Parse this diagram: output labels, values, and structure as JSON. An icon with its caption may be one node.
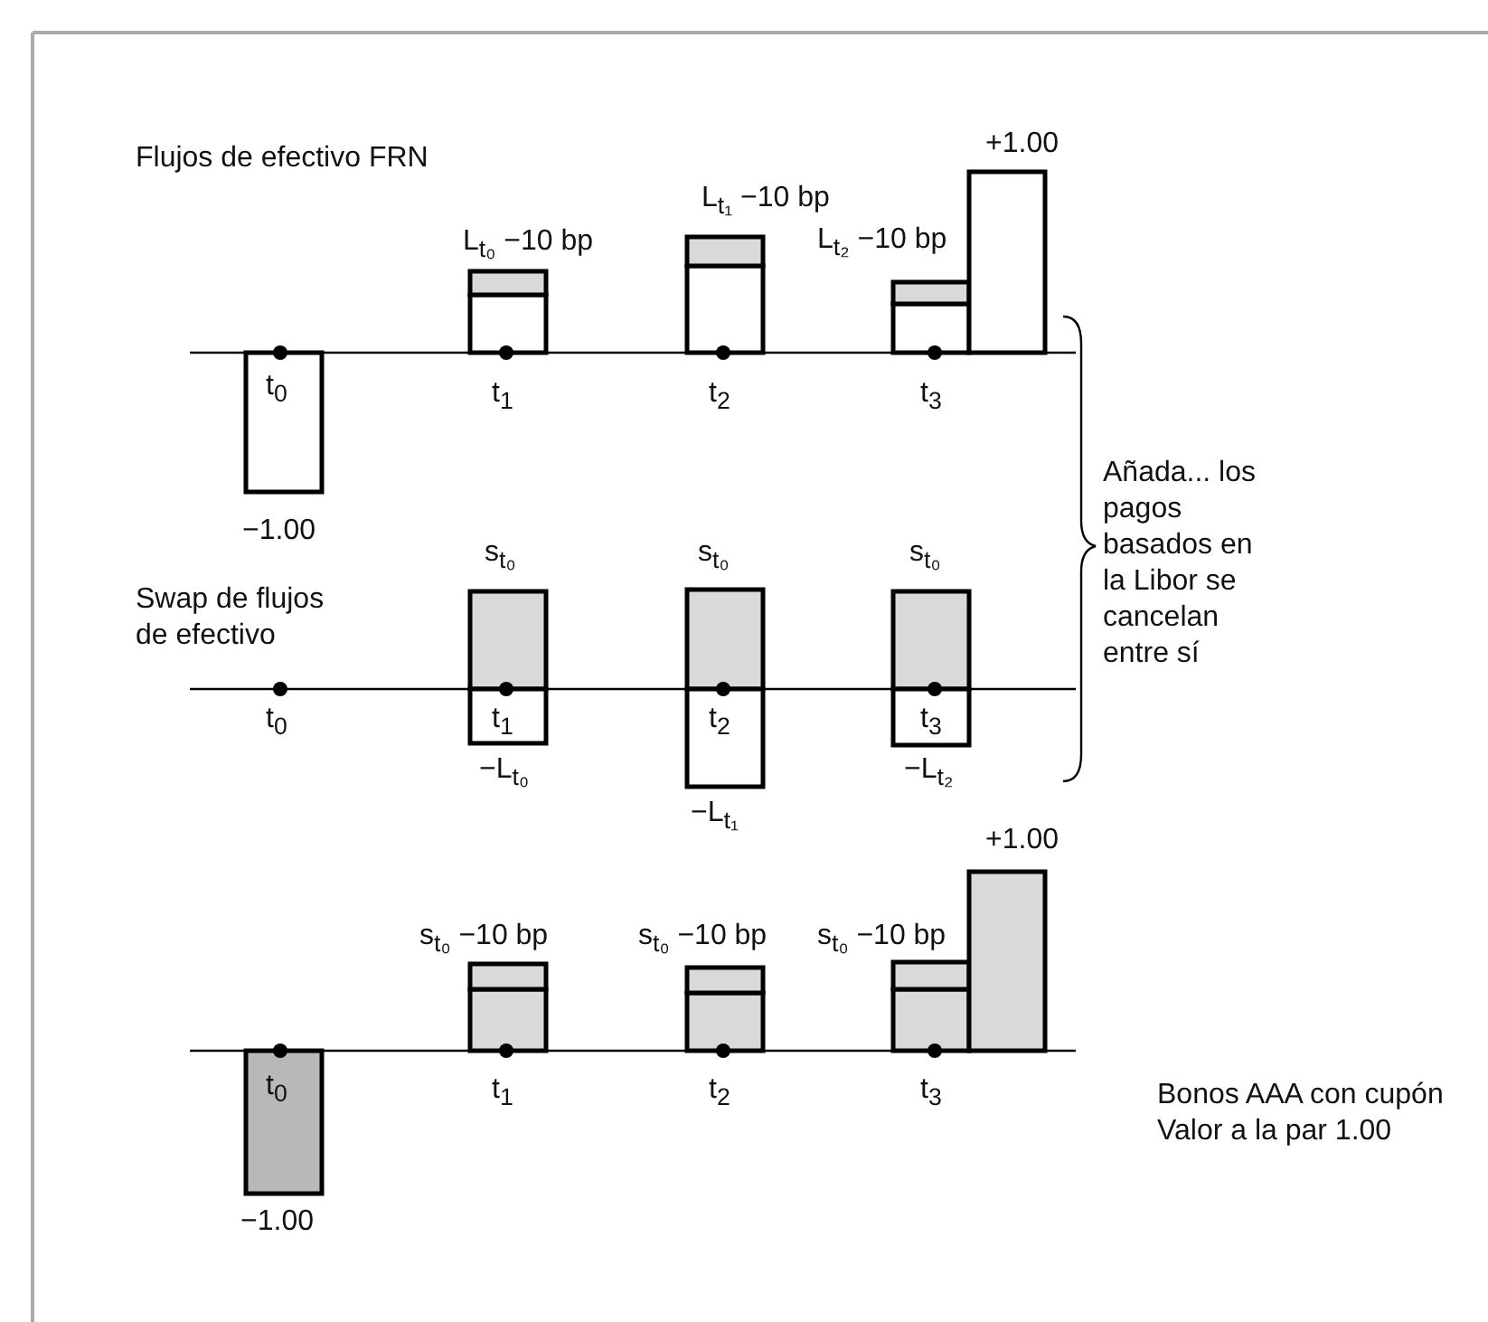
{
  "diagram": {
    "labels": [
      "Flujos de efectivo FRN",
      "+1.00",
      "L$_{t₁}$ −10 bp",
      "L$_{t₀}$ −10 bp",
      "L$_{t₂}$ −10 bp",
      "t$_{0}$",
      "t$_{1}$",
      "t$_{2}$",
      "t$_{3}$",
      "−1.00",
      "Añada... los pagos basados en la Libor se cancelan entre sí",
      "s$_{t₀}$",
      "s$_{t₀}$",
      "s$_{t₀}$",
      "Swap de flujos de efectivo",
      "t$_{0}$",
      "t$_{1}$",
      "t$_{2}$",
      "t$_{3}$",
      "−L$_{t₀}$",
      "−L$_{t₂}$",
      "−L$_{t₁}$",
      "+1.00",
      "s$_{t₀}$ −10 bp",
      "s$_{t₀}$ −10 bp",
      "s$_{t₀}$ −10 bp",
      "t$_{0}$",
      "t$_{1}$",
      "t$_{2}$",
      "t$_{3}$",
      "Bonos AAA con cupón Valor a la par 1.00",
      "−1.00"
    ]
  }
}
